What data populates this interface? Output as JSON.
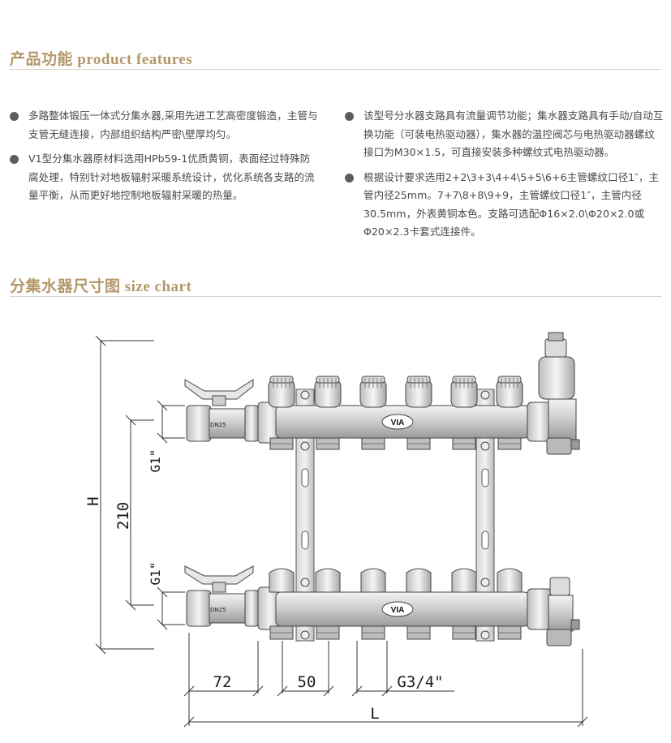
{
  "features_section": {
    "title": "产品功能  product features",
    "left_items": [
      "多路整体锻压一体式分集水器,采用先进工艺高密度锻造，主管与支管无缝连接，内部组织结构严密\\壁厚均匀。",
      "V1型分集水器原材料选用HPb59-1优质黄铜，表面经过特殊防腐处理，特别针对地板辐射采暖系统设计，优化系统各支路的流量平衡，从而更好地控制地板辐射采暖的热量。"
    ],
    "right_items": [
      "该型号分水器支路具有流量调节功能；集水器支路具有手动/自动互换功能（可装电热驱动器），集水器的温控阀芯与电热驱动器螺纹接口为M30×1.5，可直接安装多种螺纹式电热驱动器。",
      "根据设计要求选用2+2\\3+3\\4+4\\5+5\\6+6主管螺纹口径1″，主管内径25mm。7+7\\8+8\\9+9，主管螺纹口径1″，主管内径30.5mm，外表黄铜本色。支路可选配Φ16×2.0\\Φ20×2.0或Φ20×2.3卡套式连接件。"
    ]
  },
  "size_section": {
    "title": "分集水器尺寸图  size chart"
  },
  "drawing": {
    "labels": {
      "height": "H",
      "spacing": "210",
      "inlet_upper": "G1\"",
      "inlet_lower": "G1\"",
      "valve_offset": "72",
      "branch_pitch": "50",
      "branch_thread": "G3/4\"",
      "length": "L",
      "valve_size_upper": "DN25",
      "valve_size_lower": "DN25",
      "brand_upper": "VIA",
      "brand_lower": "VIA"
    },
    "colors": {
      "ink": "#1a1a1a",
      "line": "#333333",
      "metal_light": "#ececec",
      "metal_mid": "#c8c8c8",
      "metal_dark": "#8a8a8a"
    }
  }
}
